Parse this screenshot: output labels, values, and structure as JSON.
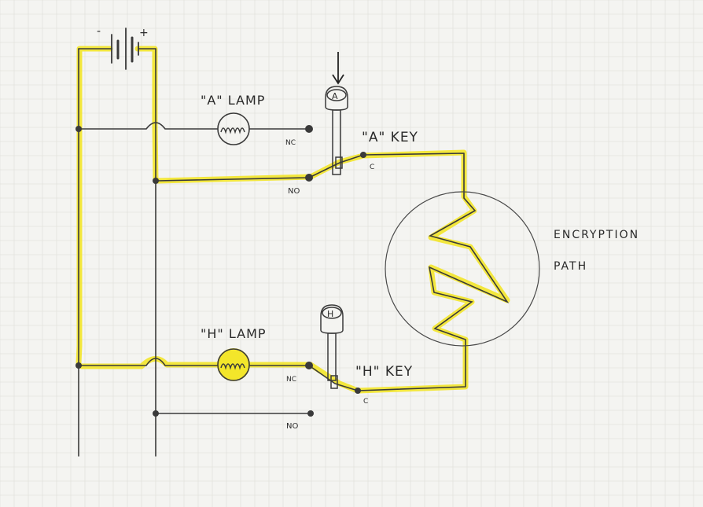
{
  "battery": {
    "minus": "-",
    "plus": "+"
  },
  "lamps": {
    "a": {
      "label": "\"A\" LAMP"
    },
    "h": {
      "label": "\"H\" LAMP"
    }
  },
  "keys": {
    "a": {
      "label": "\"A\" KEY",
      "cap": "A",
      "nc": "NC",
      "no": "NO",
      "c": "C"
    },
    "h": {
      "label": "\"H\" KEY",
      "cap": "H",
      "nc": "NC",
      "no": "NO",
      "c": "C"
    }
  },
  "encryption": {
    "line1": "ENCRYPTION",
    "line2": "PATH"
  },
  "colors": {
    "highlight": "#f3e62a",
    "ink": "#3a3a3a",
    "paper": "#f4f4f1",
    "grid": "#dcdcd8"
  }
}
